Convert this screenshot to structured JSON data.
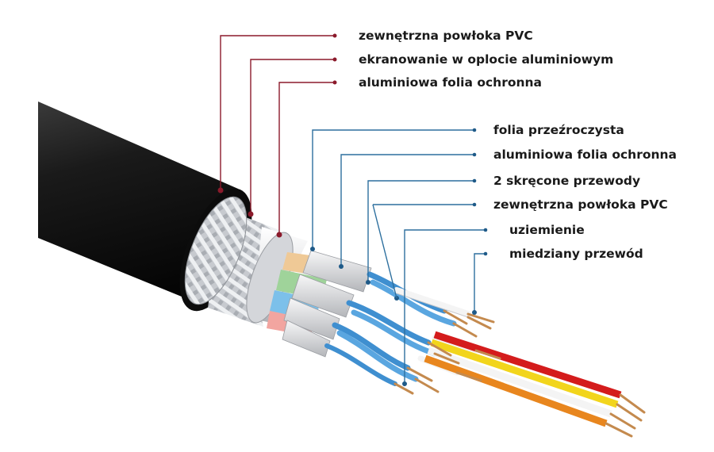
{
  "labels": {
    "outer_jacket": "zewnętrzna powłoka PVC",
    "braid_shield": "ekranowanie w oplocie aluminiowym",
    "outer_foil": "aluminiowa folia ochronna",
    "clear_foil": "folia przeźroczysta",
    "pair_foil": "aluminiowa folia ochronna",
    "twisted_pair": "2 skręcone przewody",
    "inner_jacket": "zewnętrzna powłoka PVC",
    "ground": "uziemienie",
    "copper_wire": "miedziany przewód"
  },
  "colors": {
    "outer_leaders": "#8b1a2b",
    "inner_leaders": "#2d6f9e",
    "jacket": "#161616",
    "braid": "#c9ccd0",
    "foil": "#e6e7ea",
    "pair_insulation": "#4a9ad4",
    "copper": "#c48a4e",
    "wire_red": "#d41c1c",
    "wire_yellow": "#f2d51c",
    "wire_white": "#f4f4f4",
    "wire_orange": "#e8861e"
  }
}
